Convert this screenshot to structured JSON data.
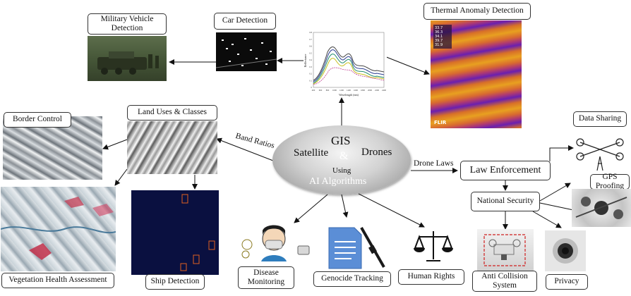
{
  "center": {
    "gis": "GIS",
    "satellite": "Satellite",
    "drones": "Drones",
    "amp": "&",
    "using": "Using",
    "ai": "AI Algorithms"
  },
  "edge_labels": {
    "band_ratios": "Band Ratios",
    "drone_laws": "Drone Laws"
  },
  "boxes": {
    "military_vehicle": "Military Vehicle Detection",
    "car_detection": "Car Detection",
    "thermal": "Thermal Anomaly Detection",
    "border_control": "Border Control",
    "land_uses": "Land Uses & Classes",
    "vegetation": "Vegetation Health Assessment",
    "ship_detection": "Ship Detection",
    "disease": "Disease Monitoring",
    "genocide": "Genocide Tracking",
    "human_rights": "Human Rights",
    "law_enforcement": "Law Enforcement",
    "national_security": "National Security",
    "data_sharing": "Data Sharing",
    "gps_proofing": "GPS Proofing",
    "anti_collision": "Anti Collision System",
    "privacy": "Privacy"
  },
  "spectral_chart": {
    "xlabel": "Wavelength (nm)",
    "ylabel": "Reflectance",
    "x_ticks": [
      "400",
      "600",
      "800",
      "1000",
      "1200",
      "1400",
      "1600",
      "1800",
      "2000",
      "2200",
      "2400"
    ],
    "y_ticks": [
      "0",
      "0.1",
      "0.2",
      "0.3",
      "0.4",
      "0.5",
      "0.6",
      "0.7",
      "0.8"
    ]
  },
  "thermal_legend": [
    "33.7",
    "36.3",
    "34.1",
    "39.7",
    "31.9"
  ],
  "thermal_logo": "FLIR",
  "colors": {
    "arrow": "#111111",
    "thermal_a": "#e8a020",
    "thermal_b": "#6a1fb0",
    "ship_bg": "#0a1040",
    "ship_box": "#e06020"
  }
}
